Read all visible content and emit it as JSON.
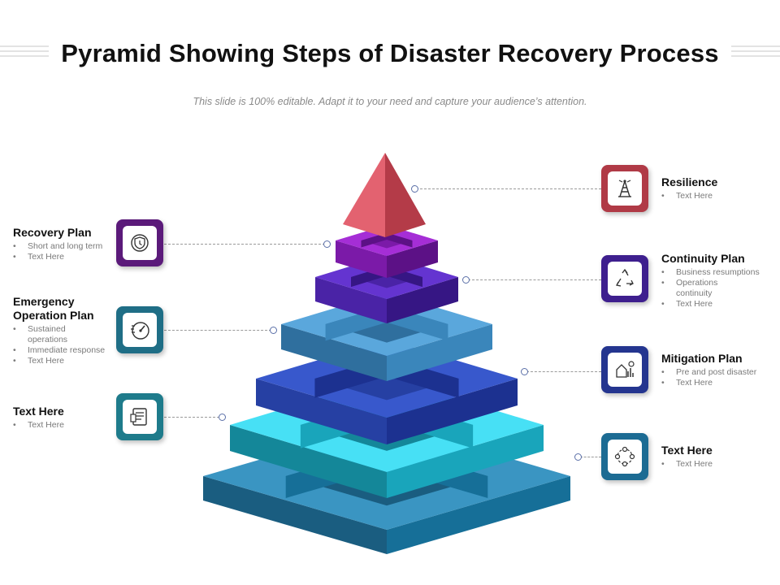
{
  "title": "Pyramid Showing Steps of Disaster Recovery Process",
  "subtitle": "This slide is 100% editable. Adapt it to your need and capture your audience’s attention.",
  "left_items": [
    {
      "title_lines": [
        "Recovery Plan"
      ],
      "bullets": [
        "Short and long term",
        "Text Here"
      ],
      "color": "#5b1a7a",
      "icon": "shield-clock-icon"
    },
    {
      "title_lines": [
        "Emergency",
        "Operation Plan"
      ],
      "bullets": [
        "Sustained",
        "operations",
        "Immediate response",
        "Text Here"
      ],
      "color": "#1f6e86",
      "icon": "speedometer-icon"
    },
    {
      "title_lines": [
        "Text Here"
      ],
      "bullets": [
        "Text Here"
      ],
      "color": "#1e7b8b",
      "icon": "document-list-icon"
    }
  ],
  "right_items": [
    {
      "title_lines": [
        "Resilience"
      ],
      "bullets": [
        "Text Here"
      ],
      "color": "#b03a46",
      "icon": "tower-icon"
    },
    {
      "title_lines": [
        "Continuity Plan"
      ],
      "bullets": [
        "Business resumptions",
        "Operations",
        "continuity",
        "Text Here"
      ],
      "color": "#3e1f8e",
      "icon": "recycle-icon"
    },
    {
      "title_lines": [
        "Mitigation Plan"
      ],
      "bullets": [
        "Pre and post disaster",
        "Text Here"
      ],
      "color": "#24358f",
      "icon": "chart-house-icon"
    },
    {
      "title_lines": [
        "Text Here"
      ],
      "bullets": [
        "Text Here"
      ],
      "color": "#1c6b93",
      "icon": "cycle-icon"
    }
  ],
  "pyramid_colors": {
    "apex": [
      "#e36270",
      "#b43b48"
    ],
    "level1": [
      "#a52ed6",
      "#7b1aa8",
      "#5c1186"
    ],
    "level2": [
      "#6434d0",
      "#4a23a6",
      "#361684"
    ],
    "level3": [
      "#5aa7dc",
      "#2f6f9e",
      "#3a86bb"
    ],
    "level4": [
      "#3858cc",
      "#2640a3",
      "#1c3190"
    ],
    "level5": [
      "#47e0f5",
      "#148799",
      "#19a5bb"
    ],
    "level6": [
      "#3a95c2",
      "#1a5d80",
      "#166f98"
    ]
  }
}
